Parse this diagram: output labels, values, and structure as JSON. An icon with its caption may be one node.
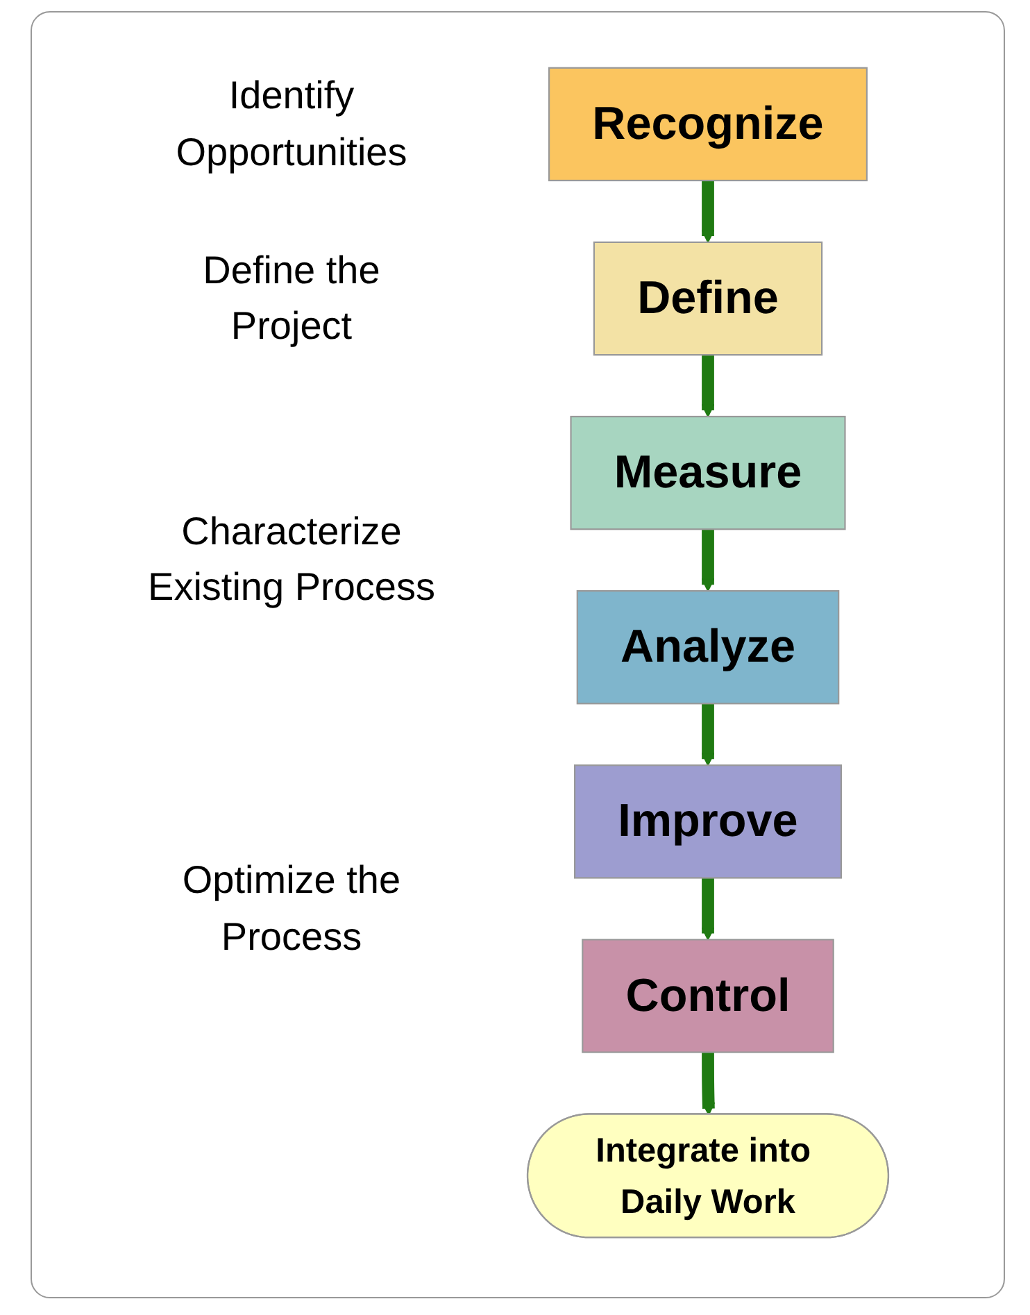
{
  "diagram": {
    "nodes": [
      {
        "text": [
          "Recognize"
        ]
      },
      {
        "text": [
          "Define"
        ]
      },
      {
        "text": [
          "Measure"
        ]
      },
      {
        "text": [
          "Analyze"
        ]
      },
      {
        "text": [
          "Improve"
        ]
      },
      {
        "text": [
          "Control"
        ]
      },
      {
        "text": [
          "Integrate into Daily Work"
        ]
      }
    ],
    "edges": [
      {
        "from": 0,
        "to": 1,
        "arrow": "to"
      },
      {
        "from": 1,
        "to": 2,
        "arrow": "to"
      },
      {
        "from": 2,
        "to": 3,
        "arrow": "to"
      },
      {
        "from": 3,
        "to": 4,
        "arrow": "to"
      },
      {
        "from": 4,
        "to": 5,
        "arrow": "to"
      },
      {
        "from": 5,
        "to": 6,
        "arrow": "to"
      }
    ],
    "labels": [
      "Identify Opportunities",
      "Define the Project",
      "Characterize Existing Process",
      "Optimize the Process"
    ]
  }
}
